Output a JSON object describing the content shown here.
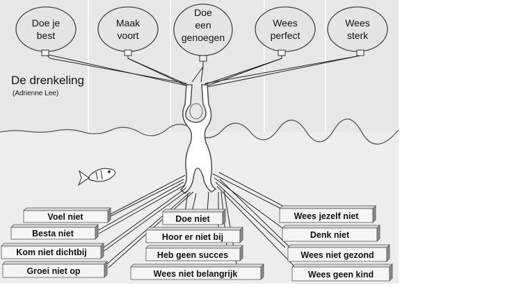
{
  "title": "De drenkeling",
  "subtitle": "(Adrienne Lee)",
  "drivers": [
    {
      "lines": [
        "Doe je",
        "best"
      ]
    },
    {
      "lines": [
        "Maak",
        "voort"
      ]
    },
    {
      "lines": [
        "Doe",
        "een",
        "genoegen"
      ]
    },
    {
      "lines": [
        "Wees",
        "perfect"
      ]
    },
    {
      "lines": [
        "Wees",
        "sterk"
      ]
    }
  ],
  "injunctions_left": [
    "Voel niet",
    "Besta niet",
    "Kom niet dichtbij",
    "Groei niet op"
  ],
  "injunctions_center": [
    "Doe niet",
    "Hoor er niet bij",
    "Heb geen succes",
    "Wees niet belangrijk"
  ],
  "injunctions_right": [
    "Wees jezelf niet",
    "Denk niet",
    "Wees niet gezond",
    "Wees geen kind"
  ],
  "colors": {
    "sky": "#e6e6e6",
    "water": "#ececec",
    "plank_face": "#f4f4f4",
    "plank_shadow": "#8a8a8a",
    "ink": "#111111"
  }
}
